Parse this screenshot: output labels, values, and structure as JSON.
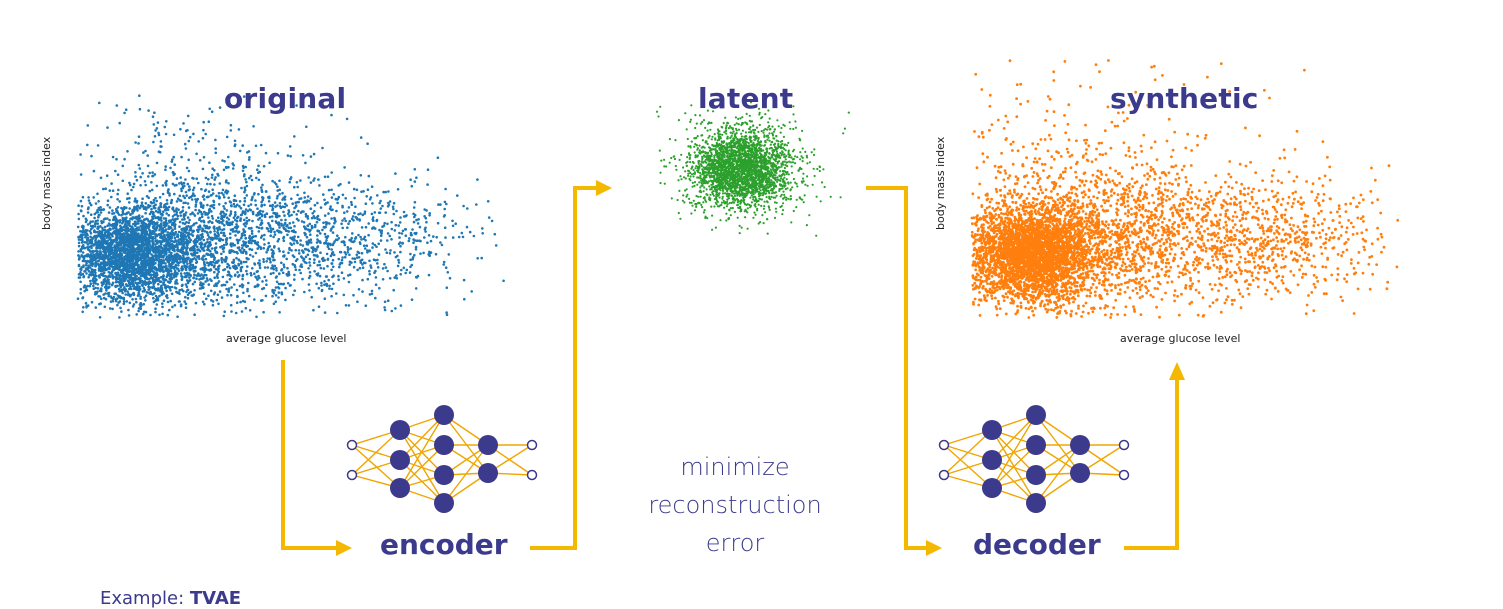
{
  "titles": {
    "original": "original",
    "latent": "latent",
    "synthetic": "synthetic"
  },
  "axes": {
    "original": {
      "x": "average glucose level",
      "y": "body mass index"
    },
    "synthetic": {
      "x": "average glucose level",
      "y": "body mass index"
    }
  },
  "networks": {
    "encoder": "encoder",
    "decoder": "decoder"
  },
  "caption": {
    "line1": "minimize",
    "line2": "reconstruction",
    "line3": "error"
  },
  "footer": {
    "prefix": "Example: ",
    "model": "TVAE"
  },
  "colors": {
    "original": "#1f77b4",
    "latent": "#2ca02c",
    "synthetic": "#ff7f0e",
    "arrow": "#f5b800",
    "node": "#3b3a8c",
    "text": "#3b3a8c",
    "edge": "#f0a500"
  },
  "network_layers": {
    "encoder": [
      2,
      3,
      4,
      2,
      2
    ],
    "decoder": [
      2,
      3,
      4,
      2,
      2
    ]
  }
}
